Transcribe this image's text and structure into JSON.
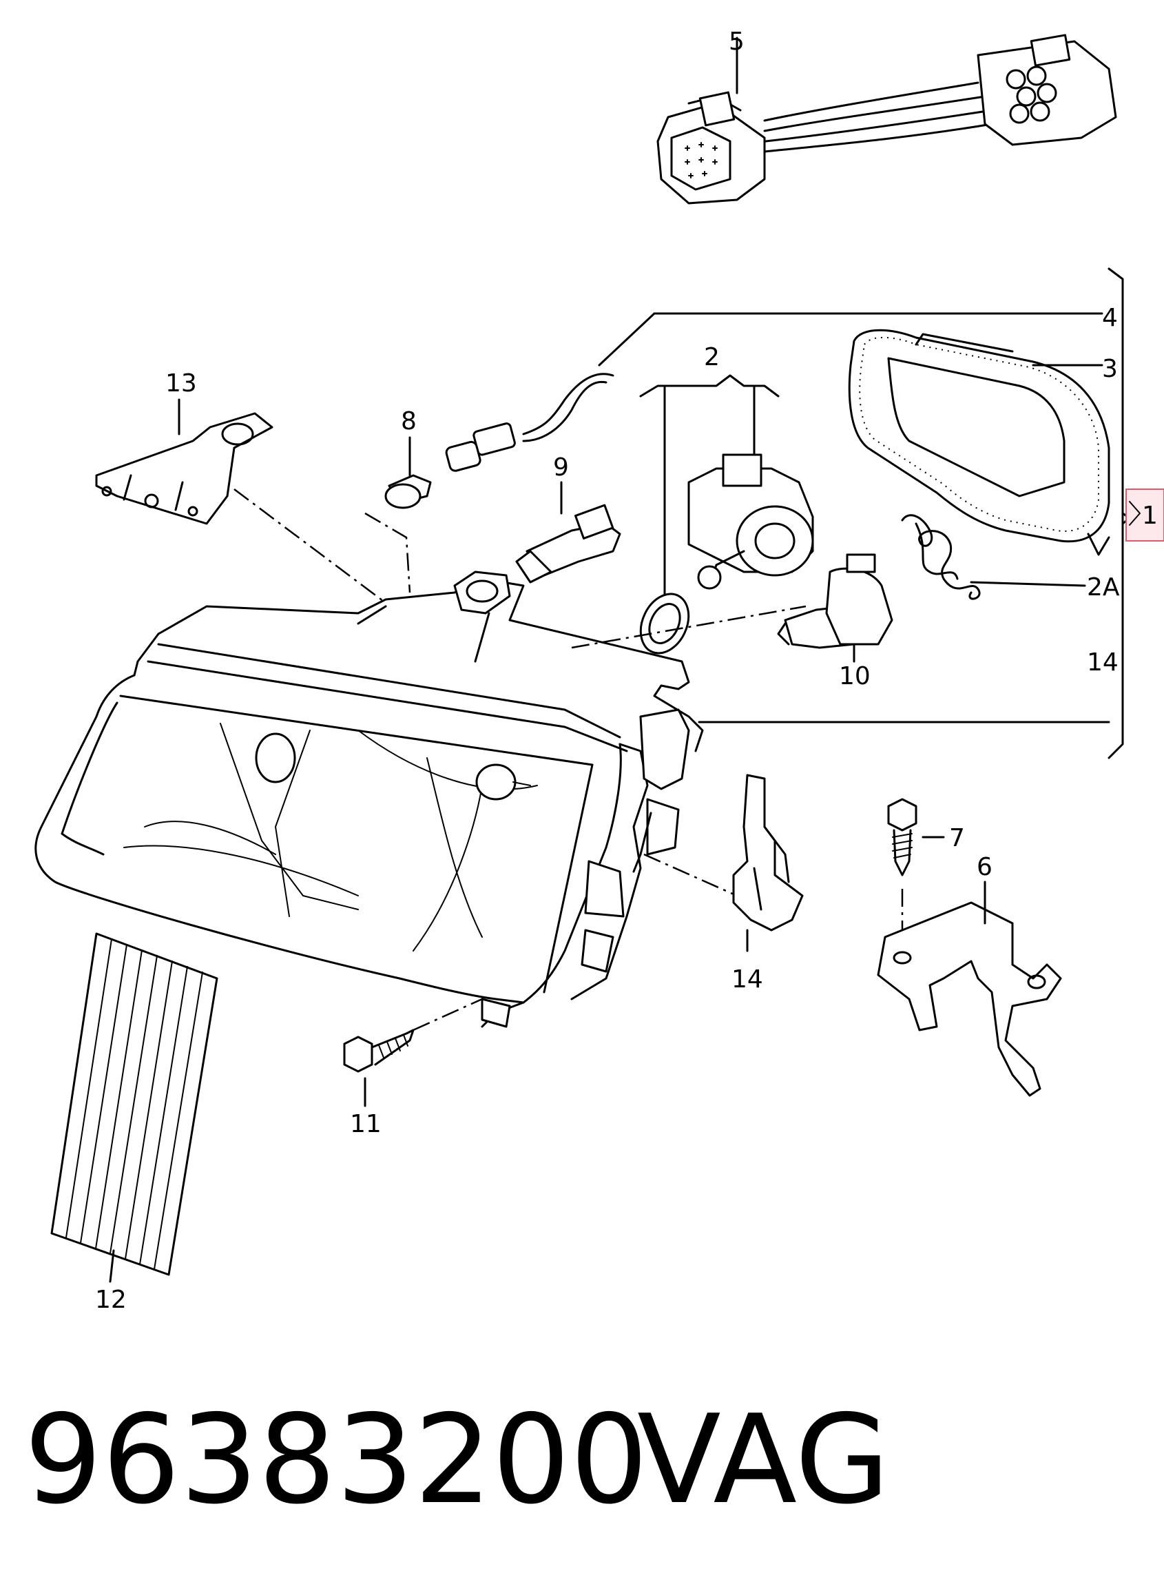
{
  "callouts": {
    "c1": "1",
    "c2": "2",
    "c2a": "2A",
    "c3": "3",
    "c4": "4",
    "c5": "5",
    "c6": "6",
    "c7": "7",
    "c8": "8",
    "c9": "9",
    "c10": "10",
    "c11": "11",
    "c12": "12",
    "c13": "13",
    "c14_bracket": "14",
    "c14_part": "14"
  },
  "footer": {
    "part_number": "96383200",
    "brand": "VAG"
  },
  "colors": {
    "line": "#000000",
    "background": "#ffffff",
    "callout_highlight_border": "#e05a6a",
    "callout_highlight_fill": "#fde8ec"
  }
}
